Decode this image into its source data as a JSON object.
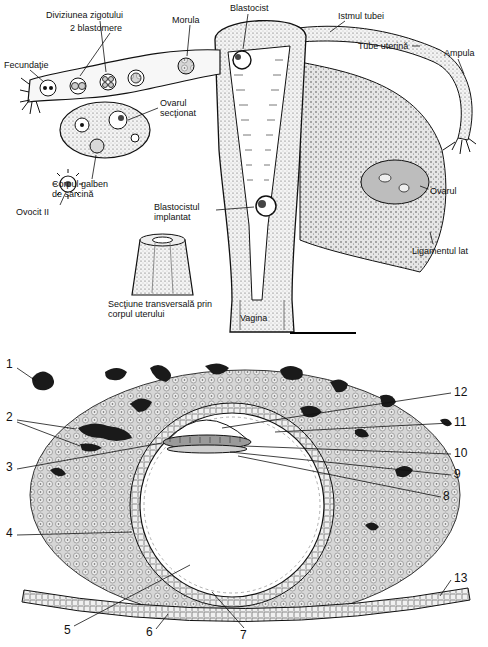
{
  "diagram": {
    "labels": [
      "Fecundaţie",
      "Diviziunea zigotului",
      "2 blastomere",
      "Morula",
      "Blastocist",
      "Istmul tubei",
      "Tube uterină",
      "Ampula",
      "Ovarul secţionat",
      "Ovocit II",
      "Corpul galben de sarcină",
      "Blastocistul implantat",
      "Ovarul",
      "Ligamentul lat",
      "Secţiune transversală prin corpul uterului",
      "Vagina",
      "1",
      "2",
      "3",
      "4",
      "5",
      "6",
      "7",
      "8",
      "9",
      "10",
      "11",
      "12",
      "13"
    ]
  }
}
